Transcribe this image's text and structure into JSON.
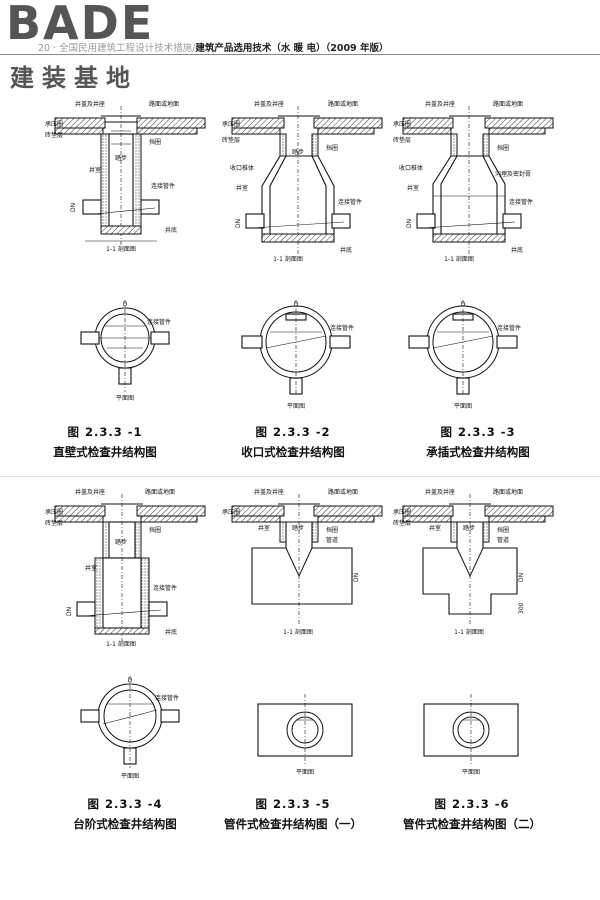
{
  "header": {
    "brand": "BADE",
    "book_prefix": "20 · 全国民用建筑工程设计技术措施/",
    "book_title": "建筑产品选用技术（水 暖 电）（2009 年版）",
    "sub_brand": "建装基地"
  },
  "labels": {
    "well_cover": "井盖及井座",
    "road_surface": "路面或地面",
    "bearing_ring": "承压圈",
    "cushion": "砖垫层",
    "ring_beam": "挡圈",
    "shaft_wall": "井室",
    "step": "踏步",
    "connecting_pipe": "连接管件",
    "well_bottom": "井底",
    "reducer": "收口椎体",
    "sealing": "沟埋及密封膏",
    "tee": "管道",
    "section": "1-1  剖面图",
    "plan": "平面图",
    "D": "D",
    "DN": "DN",
    "one": "1",
    "A": "A",
    "dim300": "300"
  },
  "figures": [
    {
      "number": "图 2.3.3 -1",
      "title": "直壁式检查井结构图"
    },
    {
      "number": "图 2.3.3 -2",
      "title": "收口式检查井结构图"
    },
    {
      "number": "图 2.3.3 -3",
      "title": "承插式检查井结构图"
    },
    {
      "number": "图 2.3.3 -4",
      "title": "台阶式检查井结构图"
    },
    {
      "number": "图 2.3.3 -5",
      "title": "管件式检查井结构图（一）"
    },
    {
      "number": "图 2.3.3 -6",
      "title": "管件式检查井结构图（二）"
    }
  ]
}
